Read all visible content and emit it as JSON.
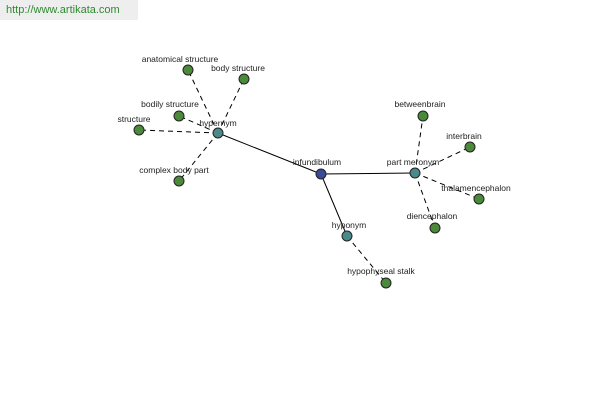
{
  "source": {
    "url": "http://www.artikata.com"
  },
  "colors": {
    "center": "#3a4a9a",
    "relation": "#4a8a8a",
    "term": "#4a8a3a"
  },
  "graph": {
    "nodes": [
      {
        "id": "infundibulum",
        "label": "infundibulum",
        "kind": "center"
      },
      {
        "id": "hypernym",
        "label": "hypernym",
        "kind": "relation"
      },
      {
        "id": "part-meronym",
        "label": "part meronym",
        "kind": "relation"
      },
      {
        "id": "hyponym",
        "label": "hyponym",
        "kind": "relation"
      },
      {
        "id": "anatomical-structure",
        "label": "anatomical structure",
        "kind": "term"
      },
      {
        "id": "body-structure",
        "label": "body structure",
        "kind": "term"
      },
      {
        "id": "bodily-structure",
        "label": "bodily structure",
        "kind": "term"
      },
      {
        "id": "structure",
        "label": "structure",
        "kind": "term"
      },
      {
        "id": "complex-body-part",
        "label": "complex body part",
        "kind": "term"
      },
      {
        "id": "betweenbrain",
        "label": "betweenbrain",
        "kind": "term"
      },
      {
        "id": "interbrain",
        "label": "interbrain",
        "kind": "term"
      },
      {
        "id": "thalamencephalon",
        "label": "thalamencephalon",
        "kind": "term"
      },
      {
        "id": "diencephalon",
        "label": "diencephalon",
        "kind": "term"
      },
      {
        "id": "hypophyseal-stalk",
        "label": "hypophyseal stalk",
        "kind": "term"
      }
    ],
    "edges": [
      {
        "from": "infundibulum",
        "to": "hypernym",
        "style": "solid"
      },
      {
        "from": "infundibulum",
        "to": "part-meronym",
        "style": "solid"
      },
      {
        "from": "infundibulum",
        "to": "hyponym",
        "style": "solid"
      },
      {
        "from": "hypernym",
        "to": "anatomical-structure",
        "style": "dashed"
      },
      {
        "from": "hypernym",
        "to": "body-structure",
        "style": "dashed"
      },
      {
        "from": "hypernym",
        "to": "bodily-structure",
        "style": "dashed"
      },
      {
        "from": "hypernym",
        "to": "structure",
        "style": "dashed"
      },
      {
        "from": "hypernym",
        "to": "complex-body-part",
        "style": "dashed"
      },
      {
        "from": "part-meronym",
        "to": "betweenbrain",
        "style": "dashed"
      },
      {
        "from": "part-meronym",
        "to": "interbrain",
        "style": "dashed"
      },
      {
        "from": "part-meronym",
        "to": "thalamencephalon",
        "style": "dashed"
      },
      {
        "from": "part-meronym",
        "to": "diencephalon",
        "style": "dashed"
      },
      {
        "from": "hyponym",
        "to": "hypophyseal-stalk",
        "style": "dashed"
      }
    ]
  }
}
